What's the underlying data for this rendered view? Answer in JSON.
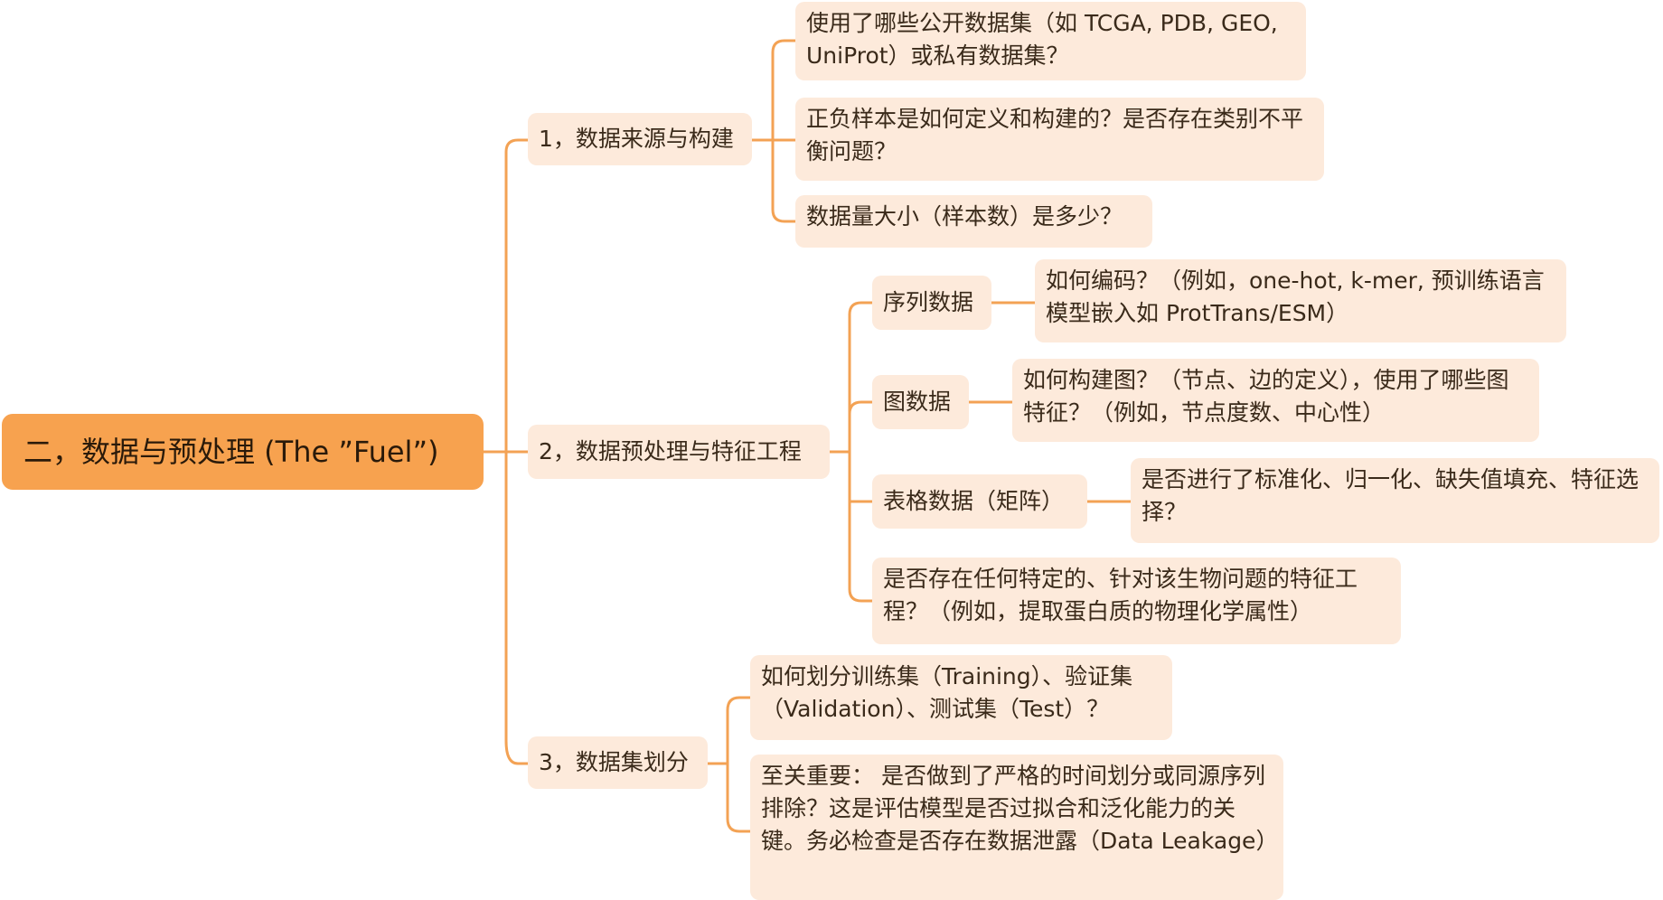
{
  "root": {
    "label": "二，数据与预处理 (The ”Fuel”)"
  },
  "branches": [
    {
      "label": "1，数据来源与构建",
      "children": [
        "使用了哪些公开数据集（如 TCGA, PDB, GEO, UniProt）或私有数据集？",
        "正负样本是如何定义和构建的？是否存在类别不平衡问题？",
        "数据量大小（样本数）是多少？"
      ]
    },
    {
      "label": "2，数据预处理与特征工程",
      "subbranches": [
        {
          "label": "序列数据",
          "detail": "如何编码？（例如，one-hot, k-mer, 预训练语言模型嵌入如 ProtTrans/ESM）"
        },
        {
          "label": "图数据",
          "detail": "如何构建图？（节点、边的定义），使用了哪些图特征？（例如，节点度数、中心性）"
        },
        {
          "label": "表格数据（矩阵）",
          "detail": "是否进行了标准化、归一化、缺失值填充、特征选择？"
        }
      ],
      "extra": "是否存在任何特定的、针对该生物问题的特征工程？（例如，提取蛋白质的物理化学属性）"
    },
    {
      "label": "3，数据集划分",
      "children": [
        "如何划分训练集（Training）、验证集（Validation）、测试集（Test）？",
        "至关重要： 是否做到了严格的时间划分或同源序列排除？这是评估模型是否过拟合和泛化能力的关键。务必检查是否存在数据泄露（Data Leakage）"
      ]
    }
  ]
}
